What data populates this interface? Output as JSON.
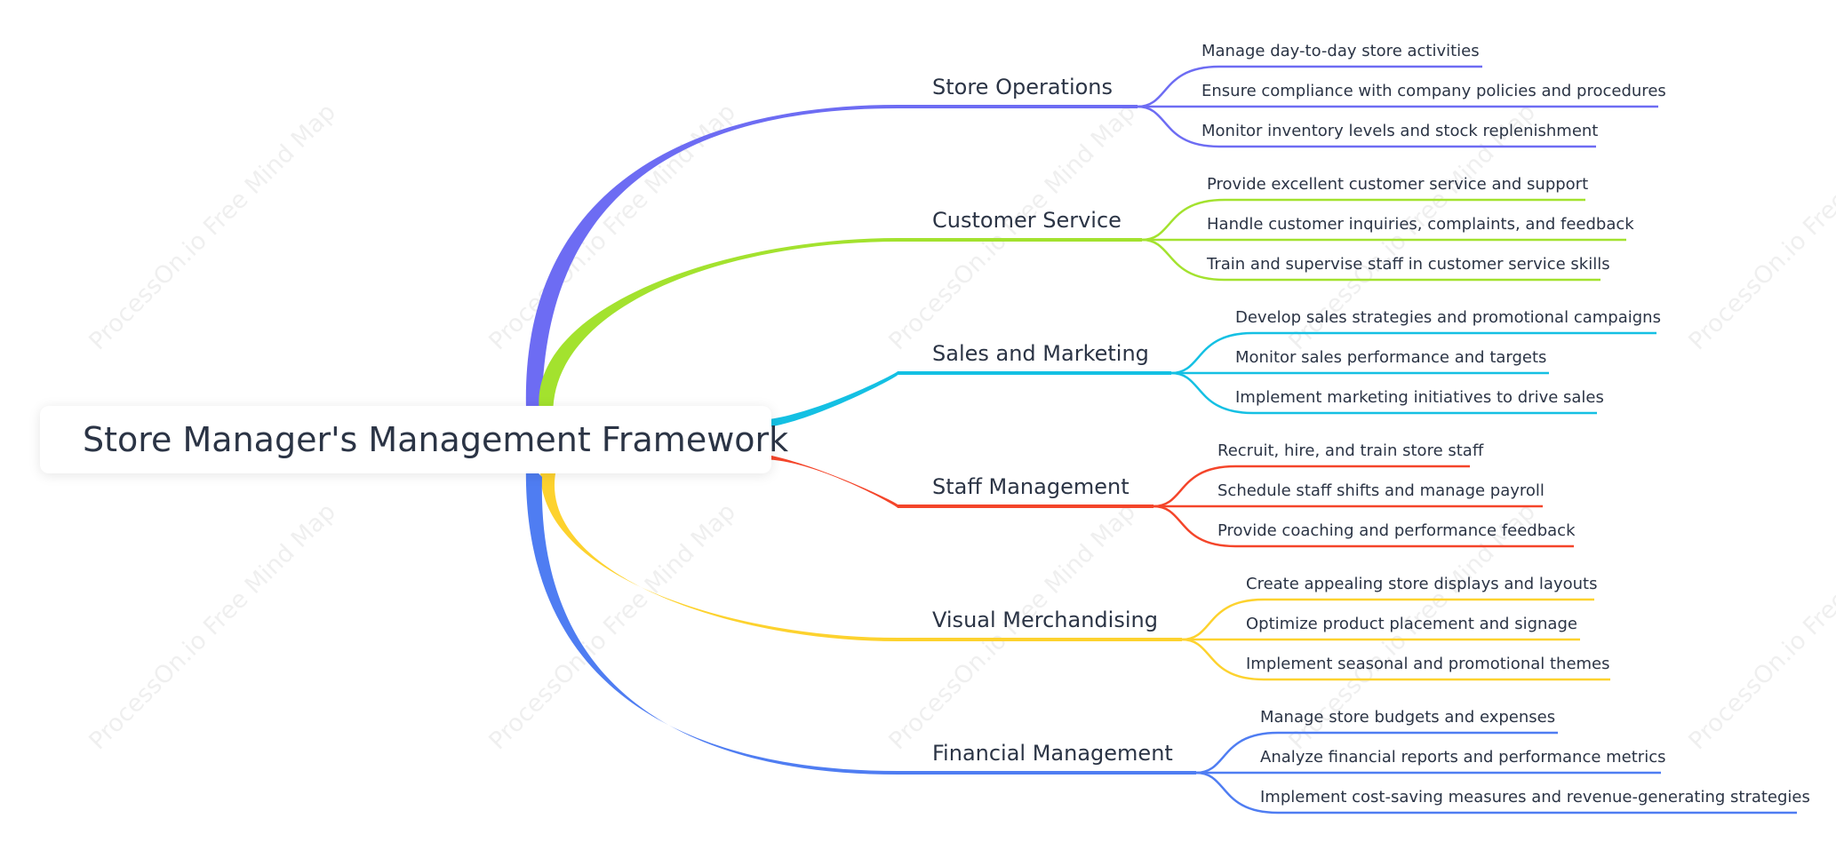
{
  "root": {
    "title": "Store Manager's Management Framework"
  },
  "watermark": "ProcessOn.io Free Mind Map",
  "branches": [
    {
      "label": "Store Operations",
      "color": "#6d6cf3",
      "items": [
        "Manage day-to-day store activities",
        "Ensure compliance with company policies and procedures",
        "Monitor inventory levels and stock replenishment"
      ]
    },
    {
      "label": "Customer Service",
      "color": "#a3e22e",
      "items": [
        "Provide excellent customer service and support",
        "Handle customer inquiries, complaints, and feedback",
        "Train and supervise staff in customer service skills"
      ]
    },
    {
      "label": "Sales and Marketing",
      "color": "#14c0e3",
      "items": [
        "Develop sales strategies and promotional campaigns",
        "Monitor sales performance and targets",
        "Implement marketing initiatives to drive sales"
      ]
    },
    {
      "label": "Staff Management",
      "color": "#f4452a",
      "items": [
        "Recruit, hire, and train store staff",
        "Schedule staff shifts and manage payroll",
        "Provide coaching and performance feedback"
      ]
    },
    {
      "label": "Visual Merchandising",
      "color": "#fdd22e",
      "items": [
        "Create appealing store displays and layouts",
        "Optimize product placement and signage",
        "Implement seasonal and promotional themes"
      ]
    },
    {
      "label": "Financial Management",
      "color": "#4f7df2",
      "items": [
        "Manage store budgets and expenses",
        "Analyze financial reports and performance metrics",
        "Implement cost-saving measures and revenue-generating strategies"
      ]
    }
  ]
}
